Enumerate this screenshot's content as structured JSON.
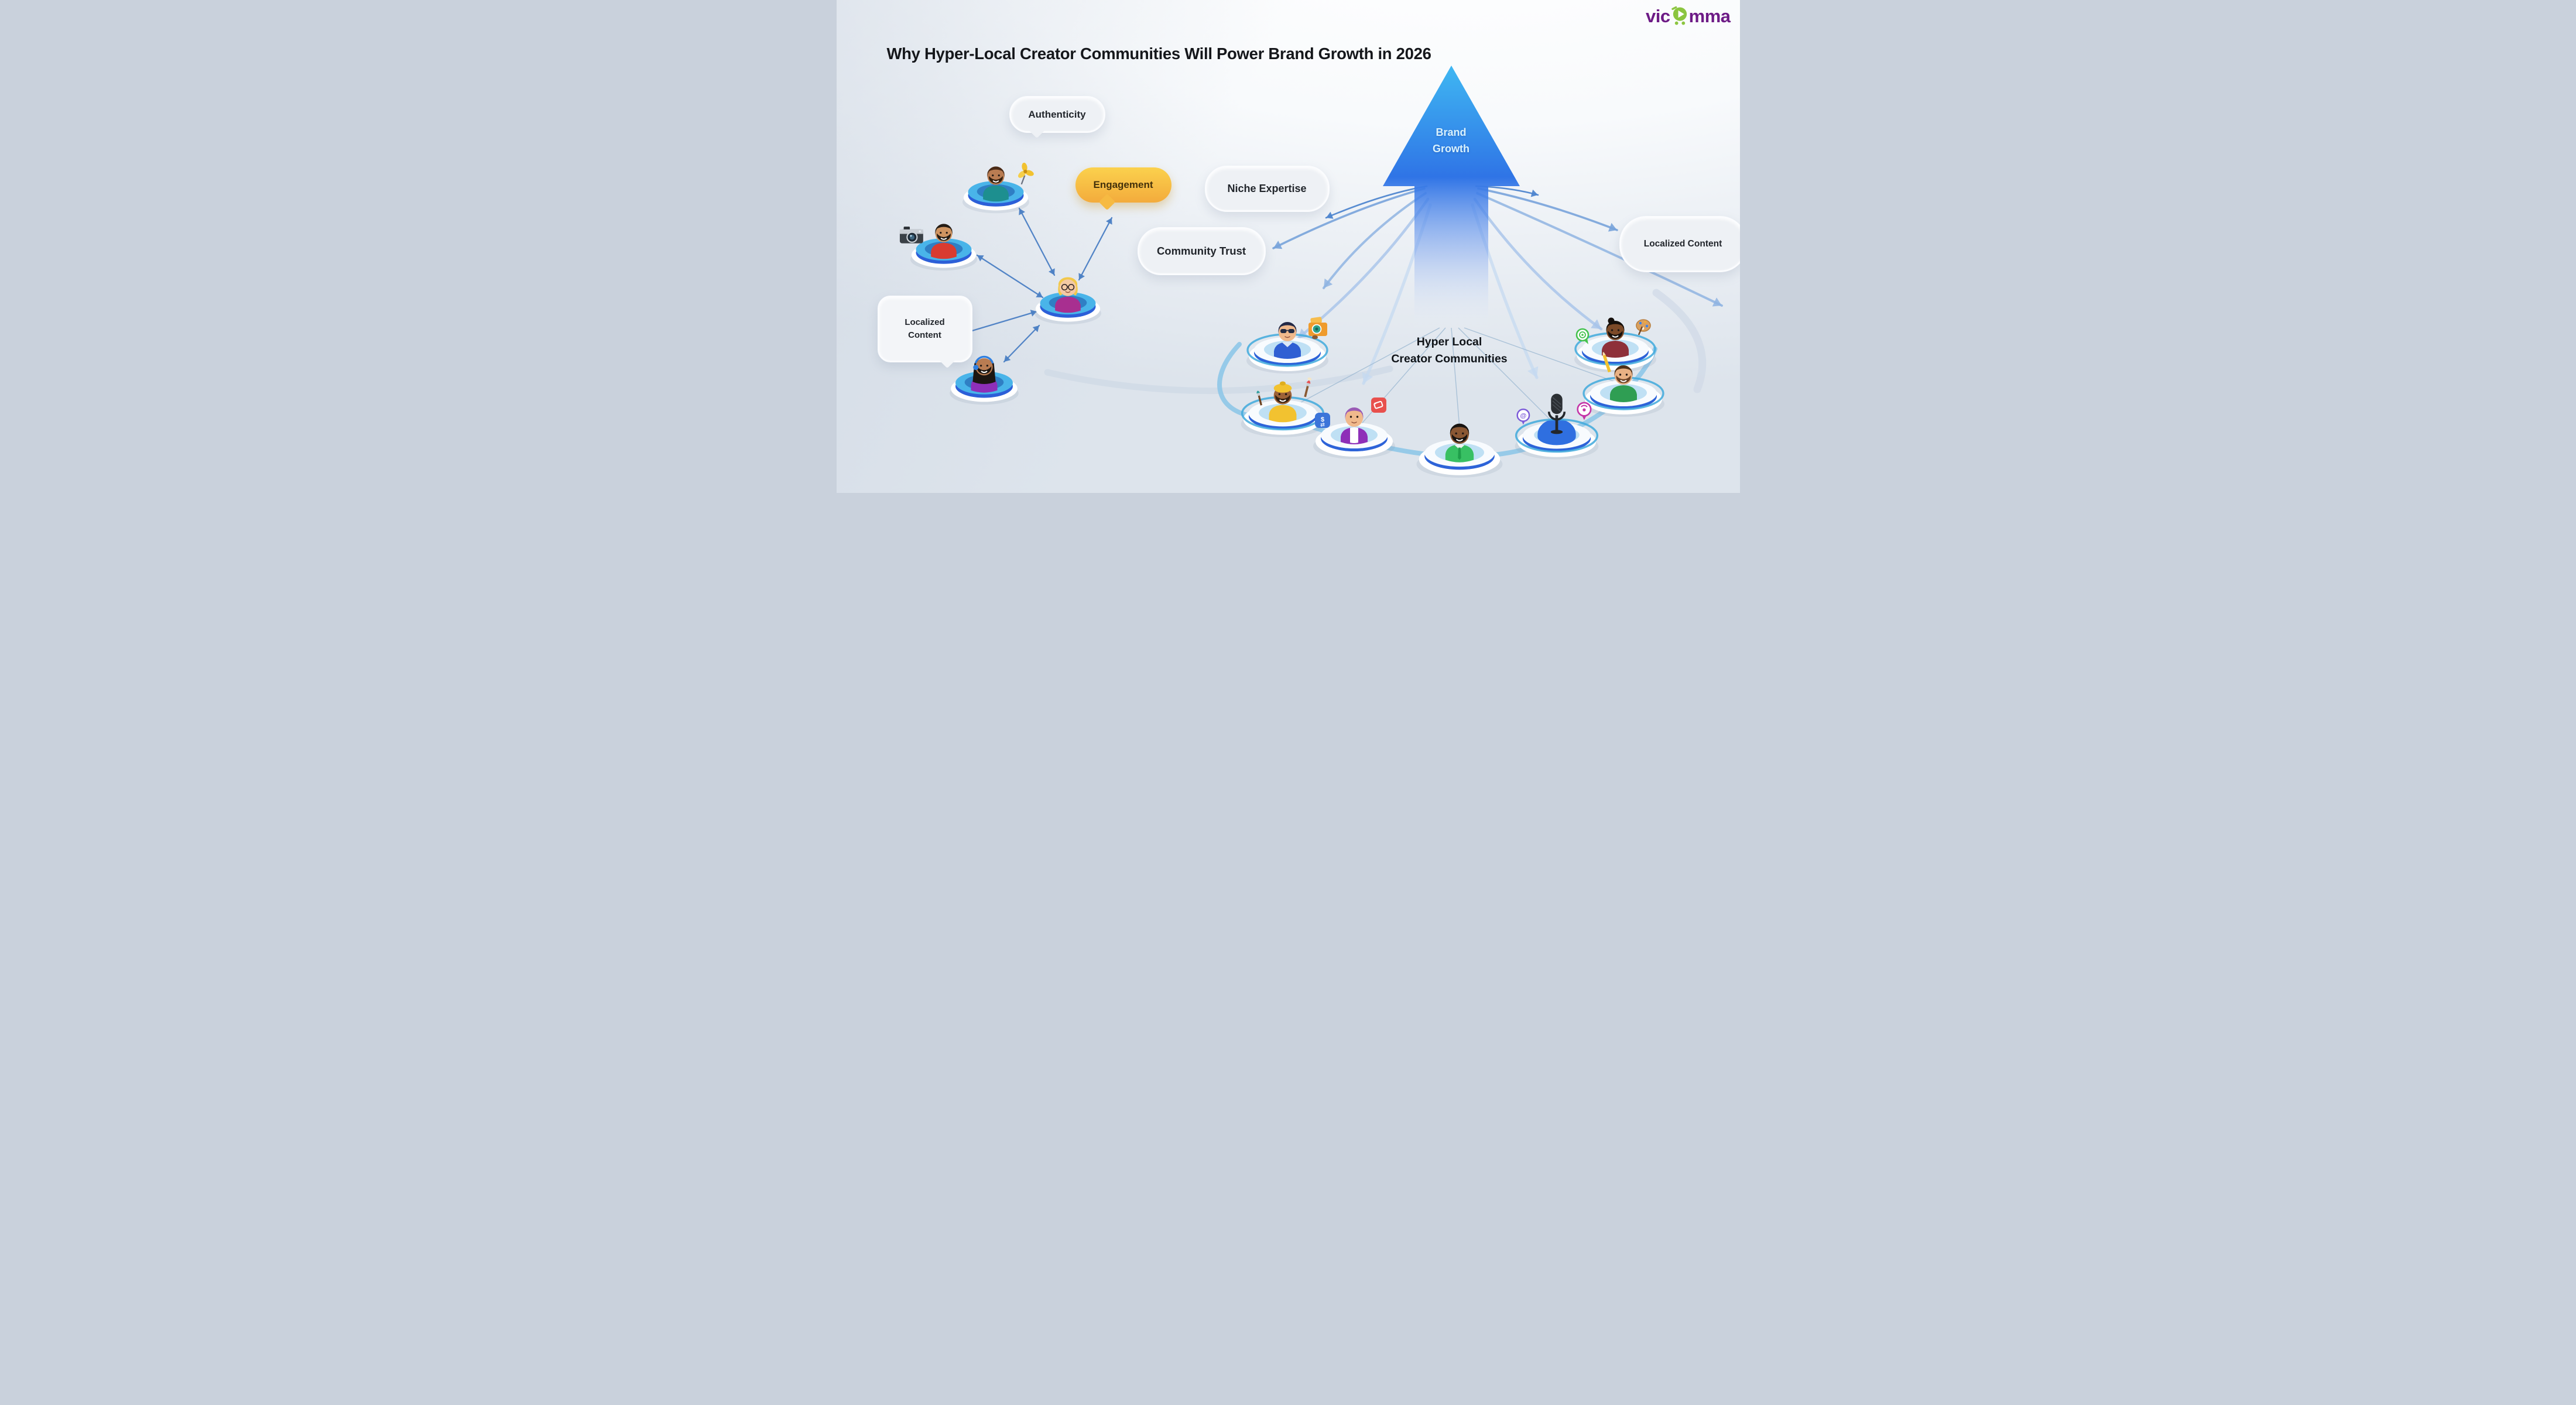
{
  "logo": {
    "prefix": "vic",
    "suffix": "mma",
    "cart_icon": "shopping-cart-play-icon",
    "text_color": "#6d1b86",
    "cart_color": "#8bc53f"
  },
  "title": "Why Hyper-Local Creator Communities Will Power Brand Growth in 2026",
  "bubbles": {
    "authenticity": "Authenticity",
    "engagement": "Engagement",
    "niche_expertise": "Niche Expertise",
    "community_trust": "Community Trust",
    "localized_content_left": {
      "line1": "Localized",
      "line2": "Content"
    },
    "localized_content_right": "Localized Content"
  },
  "arrow": {
    "label_line1": "Brand",
    "label_line2": "Growth",
    "gradient_top": "#3fb7f2",
    "gradient_mid": "#2f74e6"
  },
  "network_label": {
    "line1": "Hyper Local",
    "line2": "Creator Communities"
  },
  "colors": {
    "sky_blue_disc": "#49b4e9",
    "royal_blue_disc": "#2c5fd8",
    "cyan_ring": "#3fa9dc",
    "connector_blue": "#4b7fc4",
    "bubble_gray": "#eef1f5",
    "engagement_yellow": "#f6bd43"
  },
  "left_network": {
    "nodes": [
      {
        "id": "creator-teal-flower",
        "icons": [
          "pinwheel-flower-icon"
        ]
      },
      {
        "id": "creator-red-camera",
        "icons": [
          "camera-icon"
        ]
      },
      {
        "id": "creator-blonde-glasses",
        "icons": [
          "glasses-icon"
        ]
      },
      {
        "id": "creator-headphones",
        "icons": [
          "headphones-icon"
        ]
      }
    ]
  },
  "bottom_network": {
    "nodes": [
      {
        "id": "creator-sunglasses",
        "icons": [
          "camera-bag-icon"
        ]
      },
      {
        "id": "creator-turban-painter",
        "icons": [
          "paintbrush-icon",
          "paintbrush-icon"
        ]
      },
      {
        "id": "creator-purple-jacket",
        "icons": [
          "currency-exchange-icon",
          "price-tag-icon"
        ]
      },
      {
        "id": "creator-green-tie",
        "icons": []
      },
      {
        "id": "podcast-mic-node",
        "icons": [
          "microphone-icon",
          "at-pin-icon",
          "podcast-pin-icon"
        ]
      },
      {
        "id": "creator-green-pencil",
        "icons": [
          "pencil-icon"
        ]
      },
      {
        "id": "creator-bun-artist",
        "icons": [
          "target-pin-icon",
          "palette-icon"
        ]
      }
    ]
  }
}
